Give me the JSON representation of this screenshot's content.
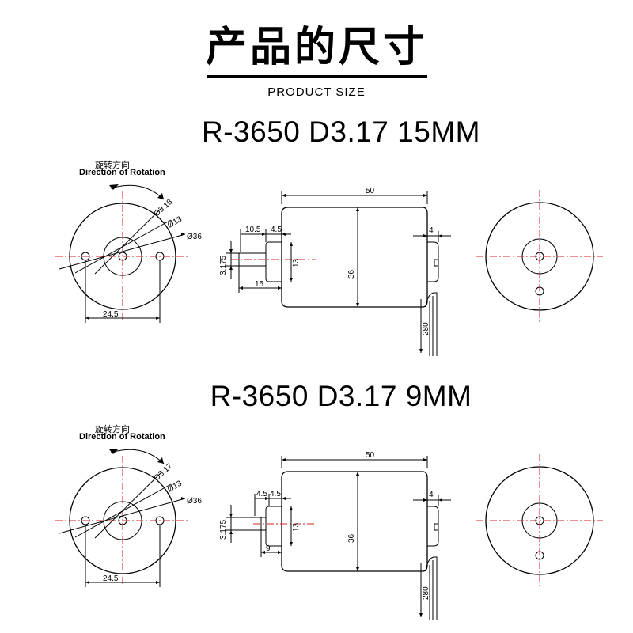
{
  "header": {
    "title_cn": "产品的尺寸",
    "title_en": "PRODUCT SIZE"
  },
  "colors": {
    "centerline": "#d42020",
    "ink": "#000000"
  },
  "drawings": [
    {
      "model": "R-3650 D3.17 15MM",
      "rotation_label_cn": "旋转方向",
      "rotation_label_en": "Direction of Rotation",
      "dims": {
        "shaft_diameter": "Ø3.18",
        "boss_diameter": "Ø13",
        "body_diameter": "Ø36",
        "hole_spacing": "24.5",
        "length": "50",
        "front_a": "10.5",
        "front_b": "4.5",
        "shaft_dia_side": "3.175",
        "boss_side": "13",
        "height": "36",
        "shaft_length": "15",
        "rear": "4",
        "lead": "280"
      }
    },
    {
      "model": "R-3650 D3.17 9MM",
      "rotation_label_cn": "旋转方向",
      "rotation_label_en": "Direction of Rotation",
      "dims": {
        "shaft_diameter": "Ø3.17",
        "boss_diameter": "Ø13",
        "body_diameter": "Ø36",
        "hole_spacing": "24.5",
        "length": "50",
        "front_a": "4.5",
        "front_b": "4.5",
        "shaft_dia_side": "3.175",
        "boss_side": "13",
        "height": "36",
        "shaft_length": "9",
        "rear": "4",
        "lead": "280"
      }
    }
  ]
}
